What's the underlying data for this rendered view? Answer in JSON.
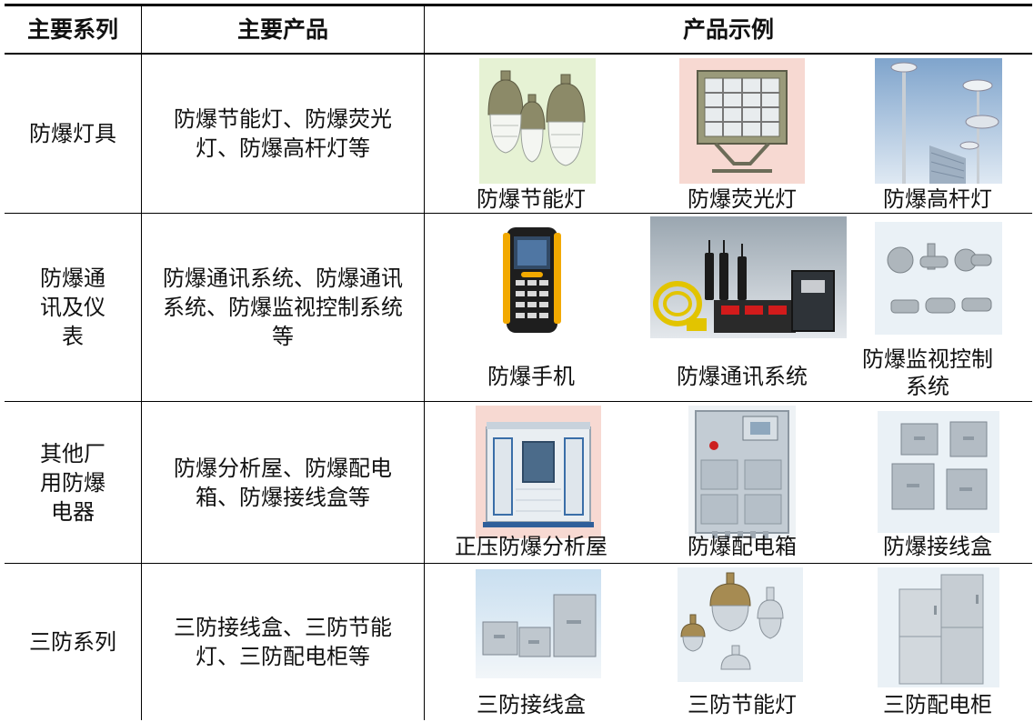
{
  "table": {
    "headers": [
      "主要系列",
      "主要产品",
      "产品示例"
    ],
    "rows": [
      {
        "series": "防爆灯具",
        "products": "防爆节能灯、防爆荧光灯、防爆高杆灯等",
        "examples": [
          {
            "caption": "防爆节能灯",
            "icon": "explosion-proof-energy-saving-lamp-photo"
          },
          {
            "caption": "防爆荧光灯",
            "icon": "explosion-proof-fluorescent-lamp-photo"
          },
          {
            "caption": "防爆高杆灯",
            "icon": "explosion-proof-high-mast-lamp-photo"
          }
        ]
      },
      {
        "series": "防爆通讯及仪表",
        "products": "防爆通讯系统、防爆通讯系统、防爆监视控制系统等",
        "examples": [
          {
            "caption": "防爆手机",
            "icon": "explosion-proof-phone-photo"
          },
          {
            "caption": "防爆通讯系统",
            "icon": "explosion-proof-communication-system-photo"
          },
          {
            "caption": "防爆监视控制系统",
            "icon": "explosion-proof-surveillance-camera-photo"
          }
        ]
      },
      {
        "series": "其他厂用防爆电器",
        "products": "防爆分析屋、防爆配电箱、防爆接线盒等",
        "examples": [
          {
            "caption": "正压防爆分析屋",
            "icon": "positive-pressure-analyzer-house-photo"
          },
          {
            "caption": "防爆配电箱",
            "icon": "explosion-proof-distribution-box-photo"
          },
          {
            "caption": "防爆接线盒",
            "icon": "explosion-proof-junction-box-photo"
          }
        ]
      },
      {
        "series": "三防系列",
        "products": "三防接线盒、三防节能灯、三防配电柜等",
        "examples": [
          {
            "caption": "三防接线盒",
            "icon": "triple-proof-junction-box-photo"
          },
          {
            "caption": "三防节能灯",
            "icon": "triple-proof-energy-saving-lamp-photo"
          },
          {
            "caption": "三防配电柜",
            "icon": "triple-proof-distribution-cabinet-photo"
          }
        ]
      }
    ]
  },
  "colors": {
    "rule": "#000000",
    "photo_bg_green": "#e6f2d4",
    "photo_bg_pink": "#f7d9d2",
    "photo_bg_sky": "#b9cfe6",
    "photo_bg_light": "#eaf1f6",
    "metal": "#b9c1c8",
    "lamp_olive": "#8c8a68"
  }
}
